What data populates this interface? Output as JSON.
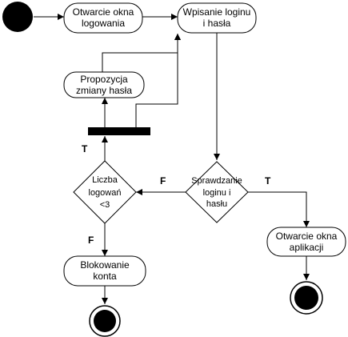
{
  "nodes": {
    "otwarcie_okna_logowania": [
      "Otwarcie okna",
      "logowania"
    ],
    "wpisanie_loginu": [
      "Wpisanie loginu",
      "i hasła"
    ],
    "propozycja_zmiany": [
      "Propozycja",
      "zmiany hasła"
    ],
    "sprawdzanie": [
      "Sprawdzanie",
      "loginu i",
      "hasłu"
    ],
    "liczba_logowan": [
      "Liczba",
      "logowań",
      "<3"
    ],
    "otwarcie_okna_aplikacji": [
      "Otwarcie okna",
      "aplikacji"
    ],
    "blokowanie_konta": [
      "Blokowanie",
      "konta"
    ]
  },
  "guards": {
    "sprawdzanie_false": "F",
    "sprawdzanie_true": "T",
    "liczba_true": "T",
    "liczba_false": "F"
  },
  "colors": {
    "stroke": "#000000",
    "fill": "#ffffff"
  }
}
